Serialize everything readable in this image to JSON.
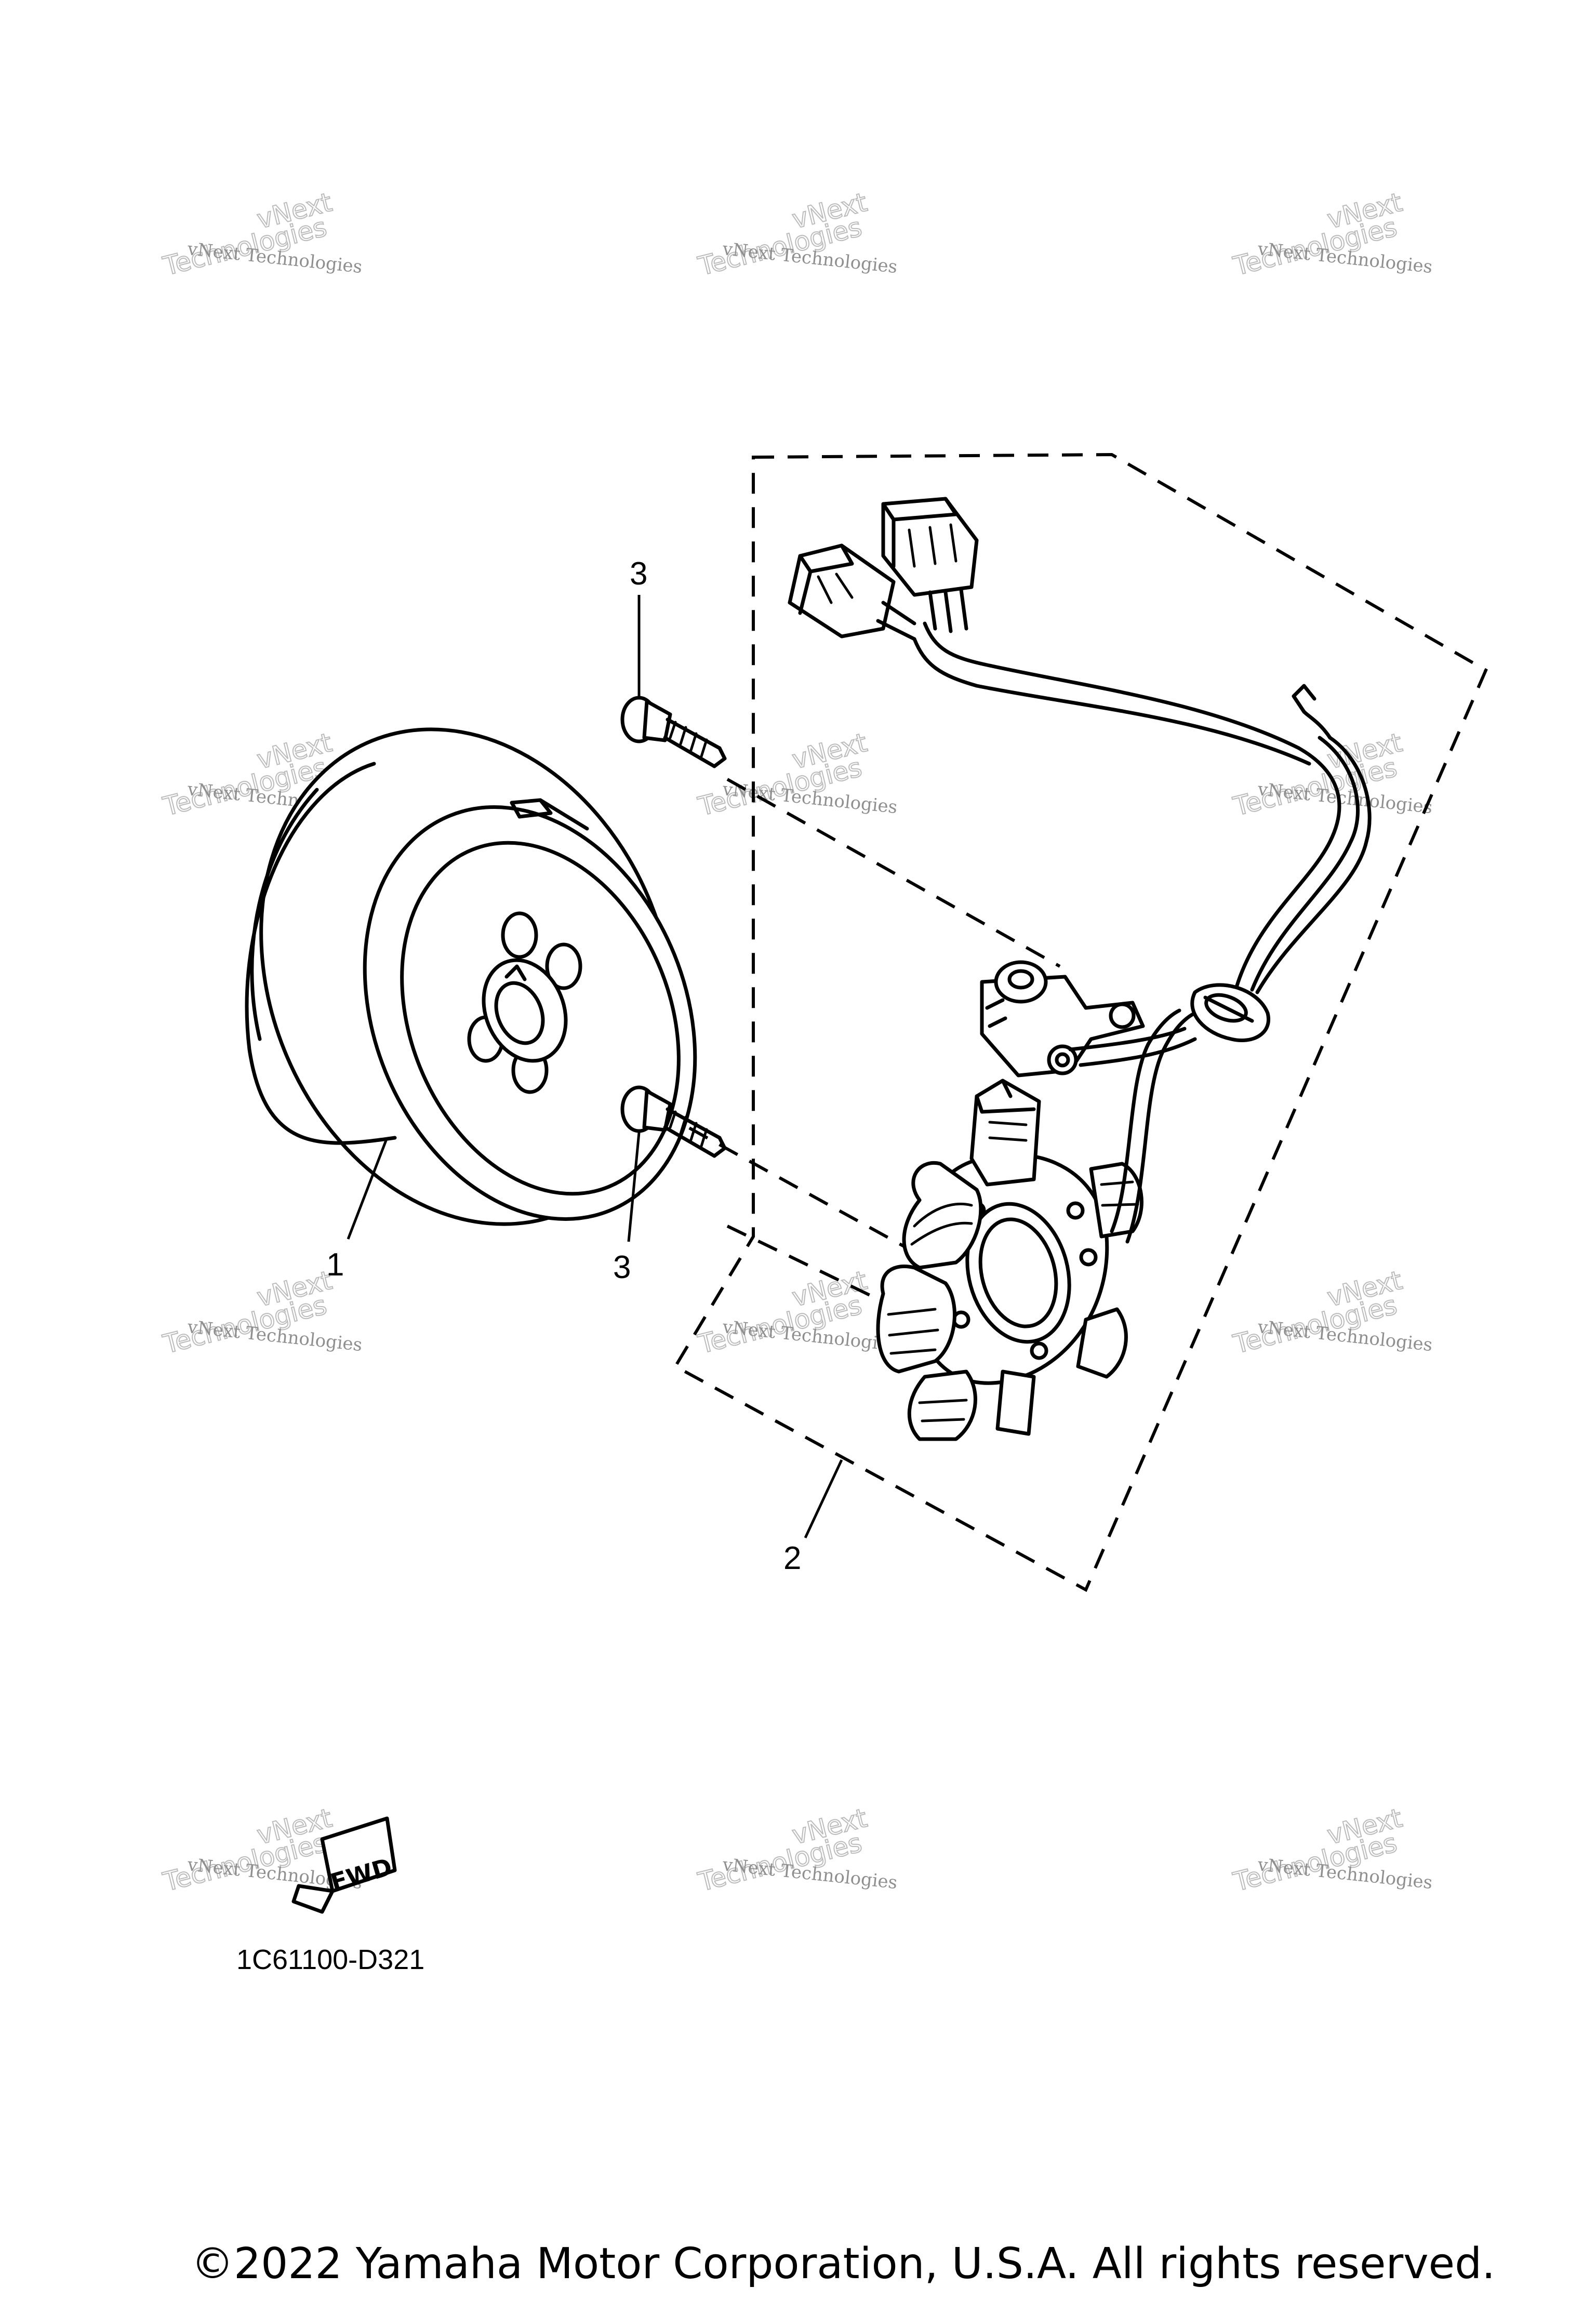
{
  "callouts": {
    "rotor": "1",
    "stator_assembly": "2",
    "screw_upper": "3",
    "screw_lower": "3"
  },
  "forward_badge": "FWD",
  "drawing_code": "1C61100-D321",
  "copyright": "©2022 Yamaha Motor Corporation, U.S.A. All rights reserved.",
  "watermark": {
    "line1": "vNext Technologies",
    "line2": "Technologies",
    "line3": "vNext"
  }
}
